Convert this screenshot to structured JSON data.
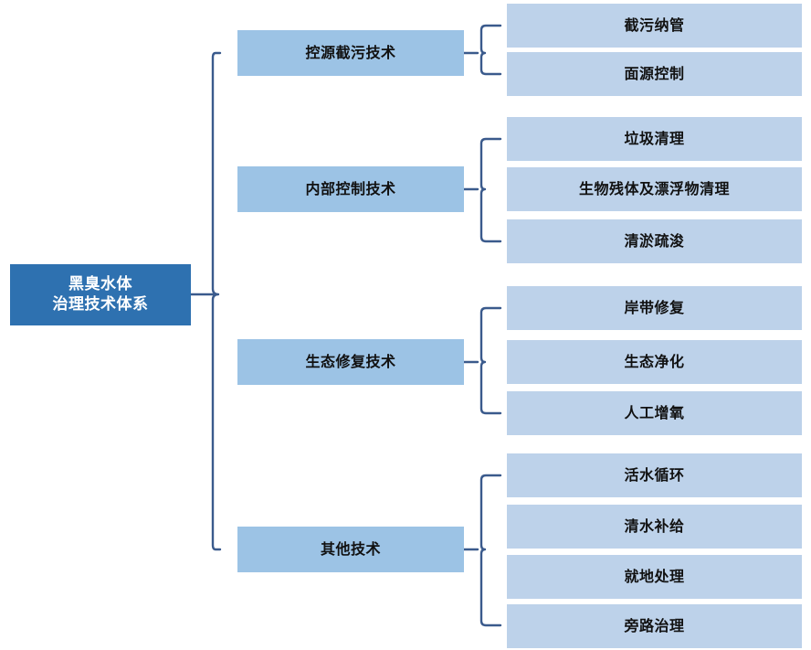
{
  "diagram": {
    "title": "黑臭水体治理技术体系",
    "type": "tree-hierarchy",
    "colors": {
      "root_fill": "#2E71B0",
      "root_text": "#FFFFFF",
      "branch_fill": "#9CC3E5",
      "leaf_fill": "#BDD2EA",
      "node_text": "#111111",
      "connector": "#3A5A8C",
      "background": "#FFFFFF"
    },
    "root": {
      "label": "黑臭水体治理技术体系",
      "line1": "黑臭水体",
      "line2": "治理技术体系"
    },
    "branches": [
      {
        "label": "控源截污技术",
        "leaves": [
          {
            "label": "截污纳管"
          },
          {
            "label": "面源控制"
          }
        ]
      },
      {
        "label": "内部控制技术",
        "leaves": [
          {
            "label": "垃圾清理"
          },
          {
            "label": "生物残体及漂浮物清理"
          },
          {
            "label": "清淤疏浚"
          }
        ]
      },
      {
        "label": "生态修复技术",
        "leaves": [
          {
            "label": "岸带修复"
          },
          {
            "label": "生态净化"
          },
          {
            "label": "人工增氧"
          }
        ]
      },
      {
        "label": "其他技术",
        "leaves": [
          {
            "label": "活水循环"
          },
          {
            "label": "清水补给"
          },
          {
            "label": "就地处理"
          },
          {
            "label": "旁路治理"
          }
        ]
      }
    ]
  }
}
